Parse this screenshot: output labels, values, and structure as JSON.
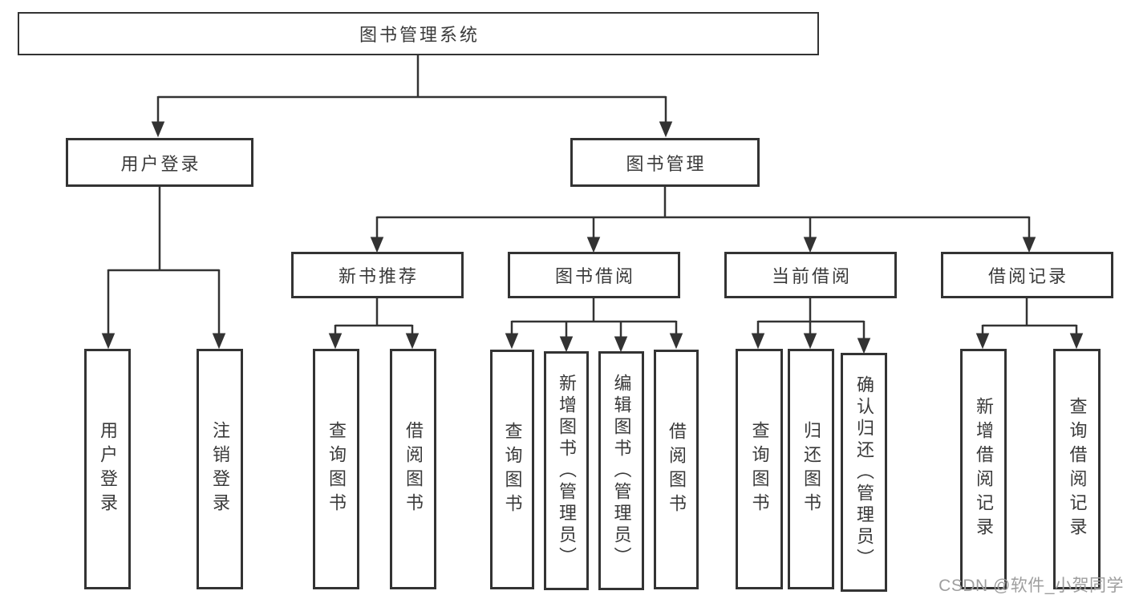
{
  "diagram": {
    "title": "图书管理系统",
    "nodes": [
      {
        "id": "root",
        "label": "图书管理系统"
      },
      {
        "id": "user-login",
        "label": "用户登录"
      },
      {
        "id": "book-management",
        "label": "图书管理"
      },
      {
        "id": "new-book-recommend",
        "label": "新书推荐"
      },
      {
        "id": "book-borrow",
        "label": "图书借阅"
      },
      {
        "id": "current-borrow",
        "label": "当前借阅"
      },
      {
        "id": "borrow-records",
        "label": "借阅记录"
      },
      {
        "id": "leaf-user-login",
        "label": "用户登录"
      },
      {
        "id": "leaf-logout",
        "label": "注销登录"
      },
      {
        "id": "leaf-query-book-recommend",
        "label": "查询图书"
      },
      {
        "id": "leaf-borrow-book-recommend",
        "label": "借阅图书"
      },
      {
        "id": "leaf-query-book-borrow",
        "label": "查询图书"
      },
      {
        "id": "leaf-add-book",
        "label": "新增图书（管理员）"
      },
      {
        "id": "leaf-edit-book",
        "label": "编辑图书（管理员）"
      },
      {
        "id": "leaf-borrow-book",
        "label": "借阅图书"
      },
      {
        "id": "leaf-query-book-current",
        "label": "查询图书"
      },
      {
        "id": "leaf-return-book",
        "label": "归还图书"
      },
      {
        "id": "leaf-confirm-return",
        "label": "确认归还（管理员）"
      },
      {
        "id": "leaf-add-borrow-record",
        "label": "新增借阅记录"
      },
      {
        "id": "leaf-query-borrow-record",
        "label": "查询借阅记录"
      }
    ],
    "watermark": "CSDN @软件_小贺同学",
    "colors": {
      "line": "#333333",
      "text": "#3a3a3a",
      "background": "#ffffff",
      "watermark": "#9e9e9e"
    }
  }
}
